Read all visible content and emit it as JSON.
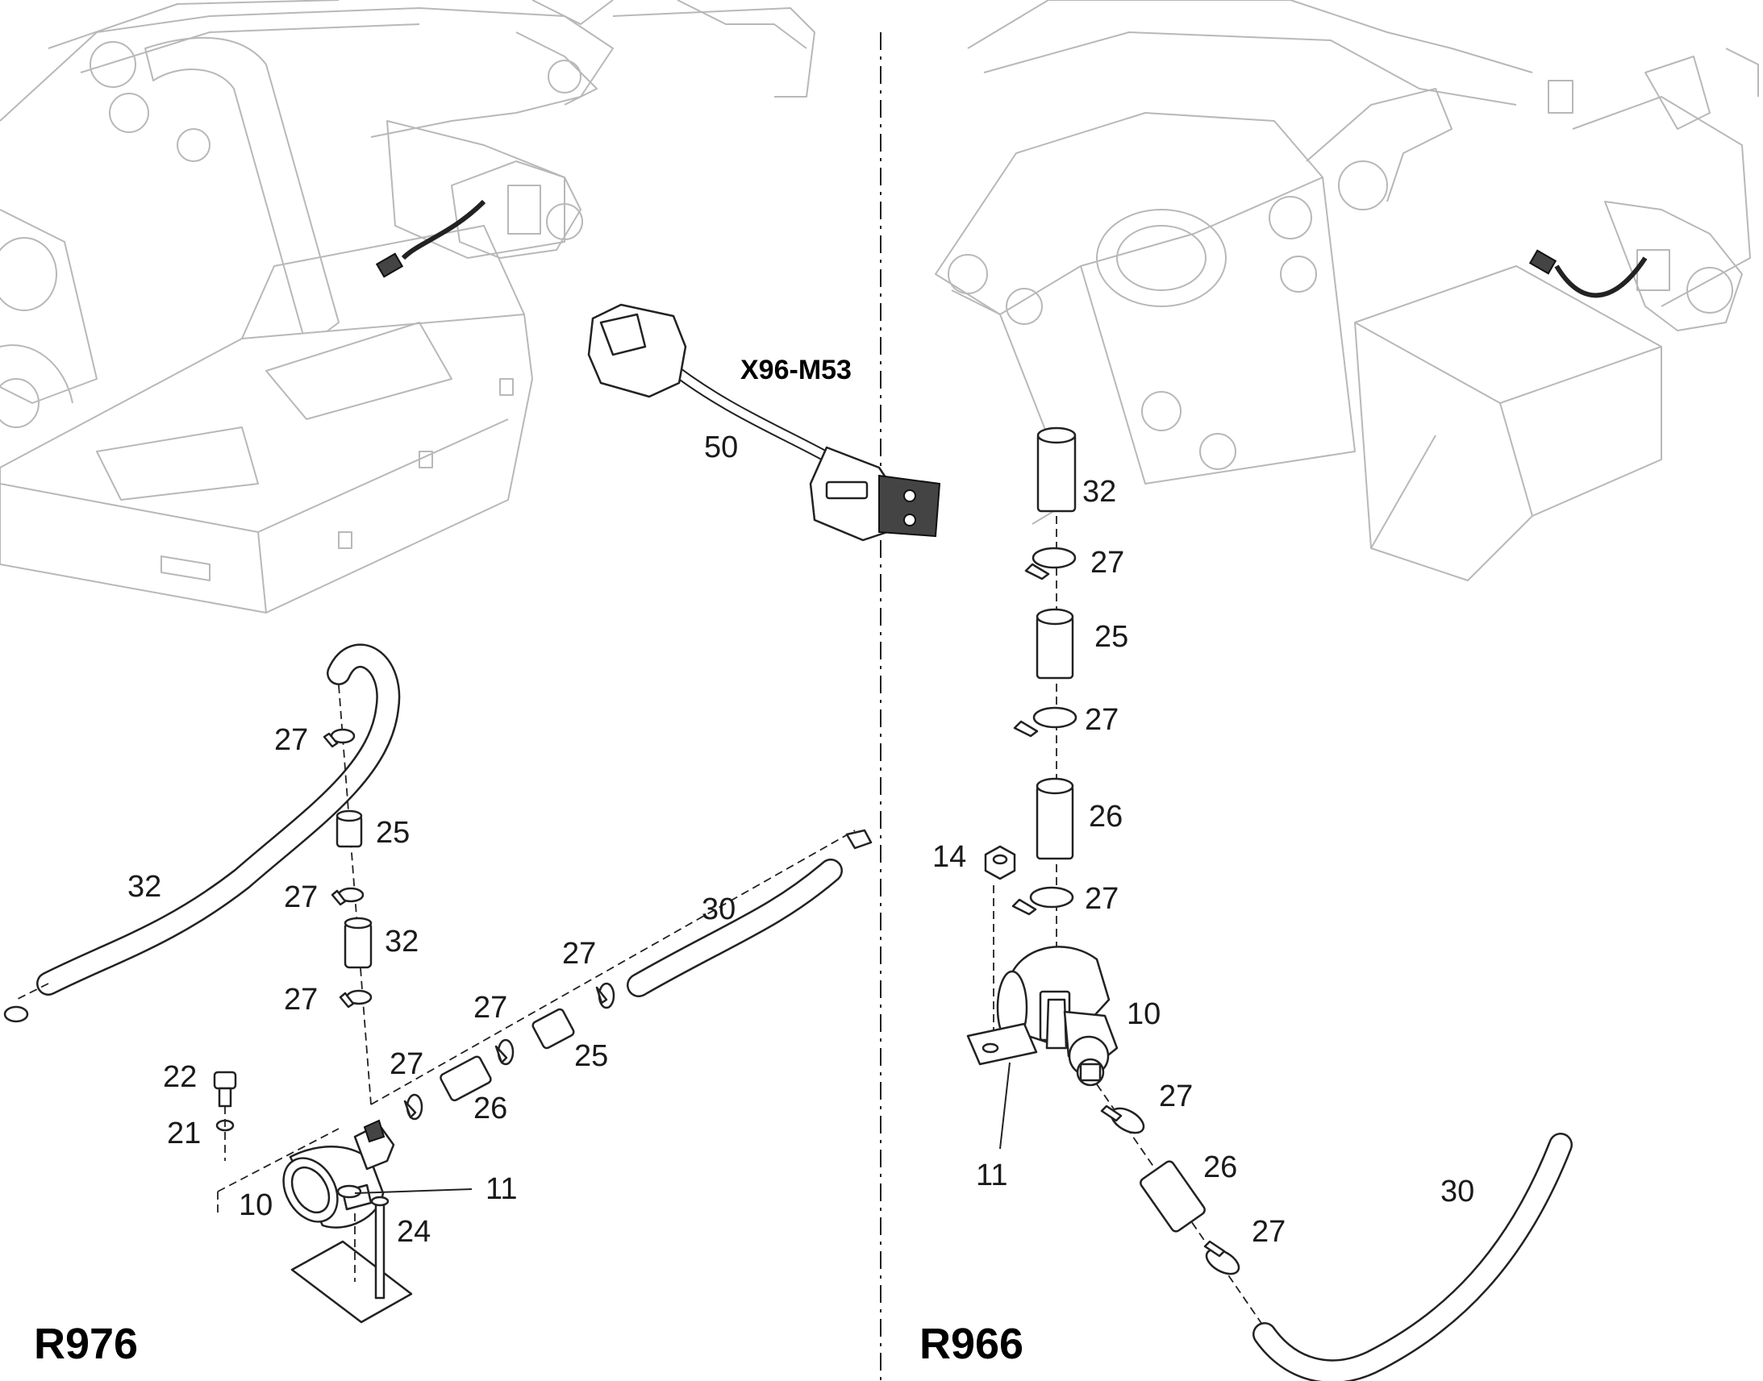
{
  "connector_label": "X96-M53",
  "models": {
    "left": "R976",
    "right": "R966"
  },
  "callouts_left": {
    "c32a": "32",
    "c27a": "27",
    "c25a": "25",
    "c27b": "27",
    "c32b": "32",
    "c27c": "27",
    "c27d": "27",
    "c30": "30",
    "c27e": "27",
    "c25b": "25",
    "c27f": "27",
    "c26": "26",
    "c22": "22",
    "c21": "21",
    "c11": "11",
    "c10": "10",
    "c24": "24",
    "c50": "50"
  },
  "callouts_right": {
    "c32": "32",
    "c27a": "27",
    "c25": "25",
    "c27b": "27",
    "c26a": "26",
    "c14": "14",
    "c27c": "27",
    "c10": "10",
    "c11": "11",
    "c27d": "27",
    "c26b": "26",
    "c27e": "27",
    "c30": "30"
  }
}
